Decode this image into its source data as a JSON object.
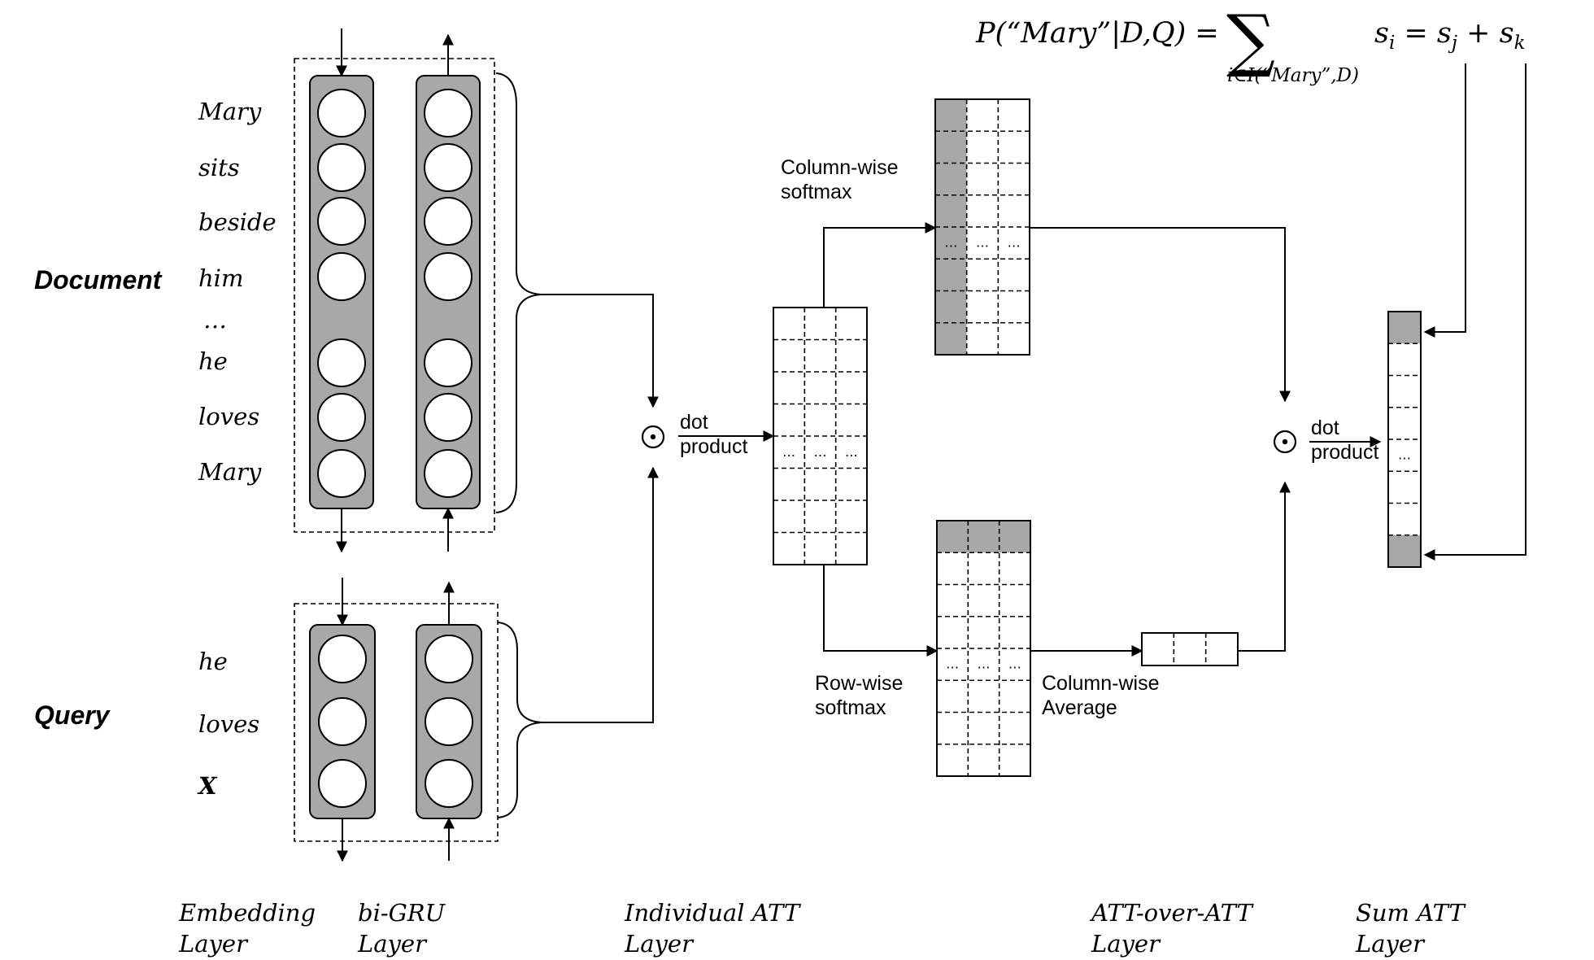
{
  "formula": {
    "lhs": "P(“Mary”|D,Q) =",
    "sigma": "∑",
    "sum_index": "i∈I(“Mary”,D)",
    "rhs": "s_i = s_j + s_k"
  },
  "document": {
    "label": "Document",
    "words": [
      "Mary",
      "sits",
      "beside",
      "him",
      "…",
      "he",
      "loves",
      "Mary"
    ]
  },
  "query": {
    "label": "Query",
    "words": [
      "he",
      "loves",
      "X"
    ]
  },
  "ops": {
    "dot1": "dot",
    "product1": "product",
    "dot2": "dot",
    "product2": "product"
  },
  "notes": {
    "colwise_softmax_1": "Column-wise",
    "colwise_softmax_2": "softmax",
    "rowwise_softmax_1": "Row-wise",
    "rowwise_softmax_2": "softmax",
    "colwise_average_1": "Column-wise",
    "colwise_average_2": "Average"
  },
  "layers": [
    {
      "line1": "Embedding",
      "line2": "Layer"
    },
    {
      "line1": "bi-GRU",
      "line2": "Layer"
    },
    {
      "line1": "Individual ATT",
      "line2": "Layer"
    },
    {
      "line1": "ATT-over-ATT",
      "line2": "Layer"
    },
    {
      "line1": "Sum ATT",
      "line2": "Layer"
    }
  ],
  "ellipsis": "…",
  "odot": "⊙",
  "colors": {
    "shade": "#a8a8a8",
    "stroke": "#000000"
  }
}
